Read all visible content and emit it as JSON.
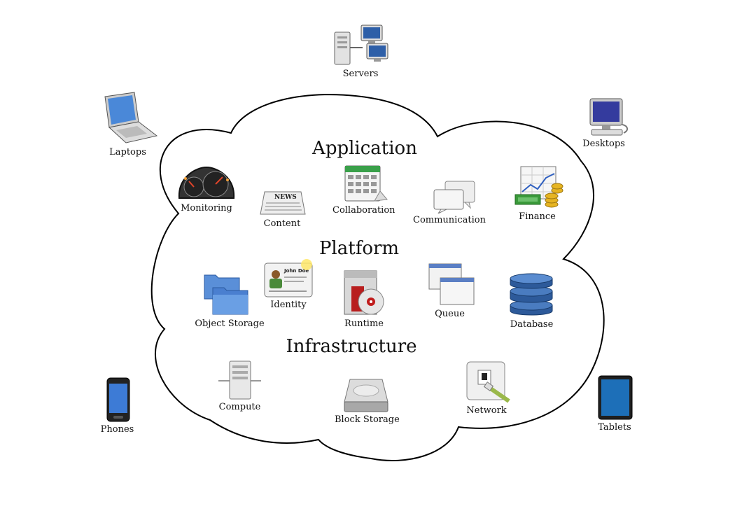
{
  "layers": {
    "application": "Application",
    "platform": "Platform",
    "infrastructure": "Infrastructure"
  },
  "clients": {
    "servers": "Servers",
    "laptops": "Laptops",
    "desktops": "Desktops",
    "phones": "Phones",
    "tablets": "Tablets"
  },
  "application": {
    "monitoring": "Monitoring",
    "content": "Content",
    "collaboration": "Collaboration",
    "communication": "Communication",
    "finance": "Finance",
    "news_text": "NEWS"
  },
  "platform": {
    "object_storage": "Object Storage",
    "identity": "Identity",
    "runtime": "Runtime",
    "queue": "Queue",
    "database": "Database",
    "id_name": "John Doe"
  },
  "infrastructure": {
    "compute": "Compute",
    "block_storage": "Block Storage",
    "network": "Network"
  }
}
